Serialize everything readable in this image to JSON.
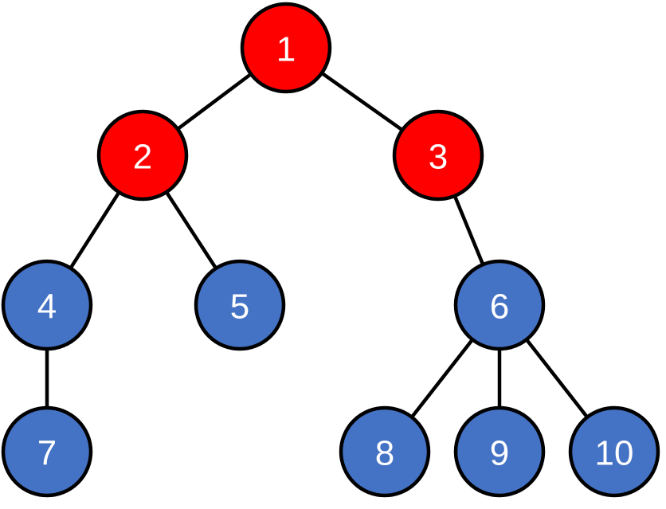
{
  "colors": {
    "highlighted": "#ff0000",
    "default": "#4472c4",
    "outline": "#000000",
    "label": "#ffffff"
  },
  "nodes": [
    {
      "id": "1",
      "label": "1",
      "highlighted": true
    },
    {
      "id": "2",
      "label": "2",
      "highlighted": true
    },
    {
      "id": "3",
      "label": "3",
      "highlighted": true
    },
    {
      "id": "4",
      "label": "4",
      "highlighted": false
    },
    {
      "id": "5",
      "label": "5",
      "highlighted": false
    },
    {
      "id": "6",
      "label": "6",
      "highlighted": false
    },
    {
      "id": "7",
      "label": "7",
      "highlighted": false
    },
    {
      "id": "8",
      "label": "8",
      "highlighted": false
    },
    {
      "id": "9",
      "label": "9",
      "highlighted": false
    },
    {
      "id": "10",
      "label": "10",
      "highlighted": false
    }
  ],
  "edges": [
    {
      "from": "1",
      "to": "2"
    },
    {
      "from": "1",
      "to": "3"
    },
    {
      "from": "2",
      "to": "4"
    },
    {
      "from": "2",
      "to": "5"
    },
    {
      "from": "3",
      "to": "6"
    },
    {
      "from": "4",
      "to": "7"
    },
    {
      "from": "6",
      "to": "8"
    },
    {
      "from": "6",
      "to": "9"
    },
    {
      "from": "6",
      "to": "10"
    }
  ]
}
